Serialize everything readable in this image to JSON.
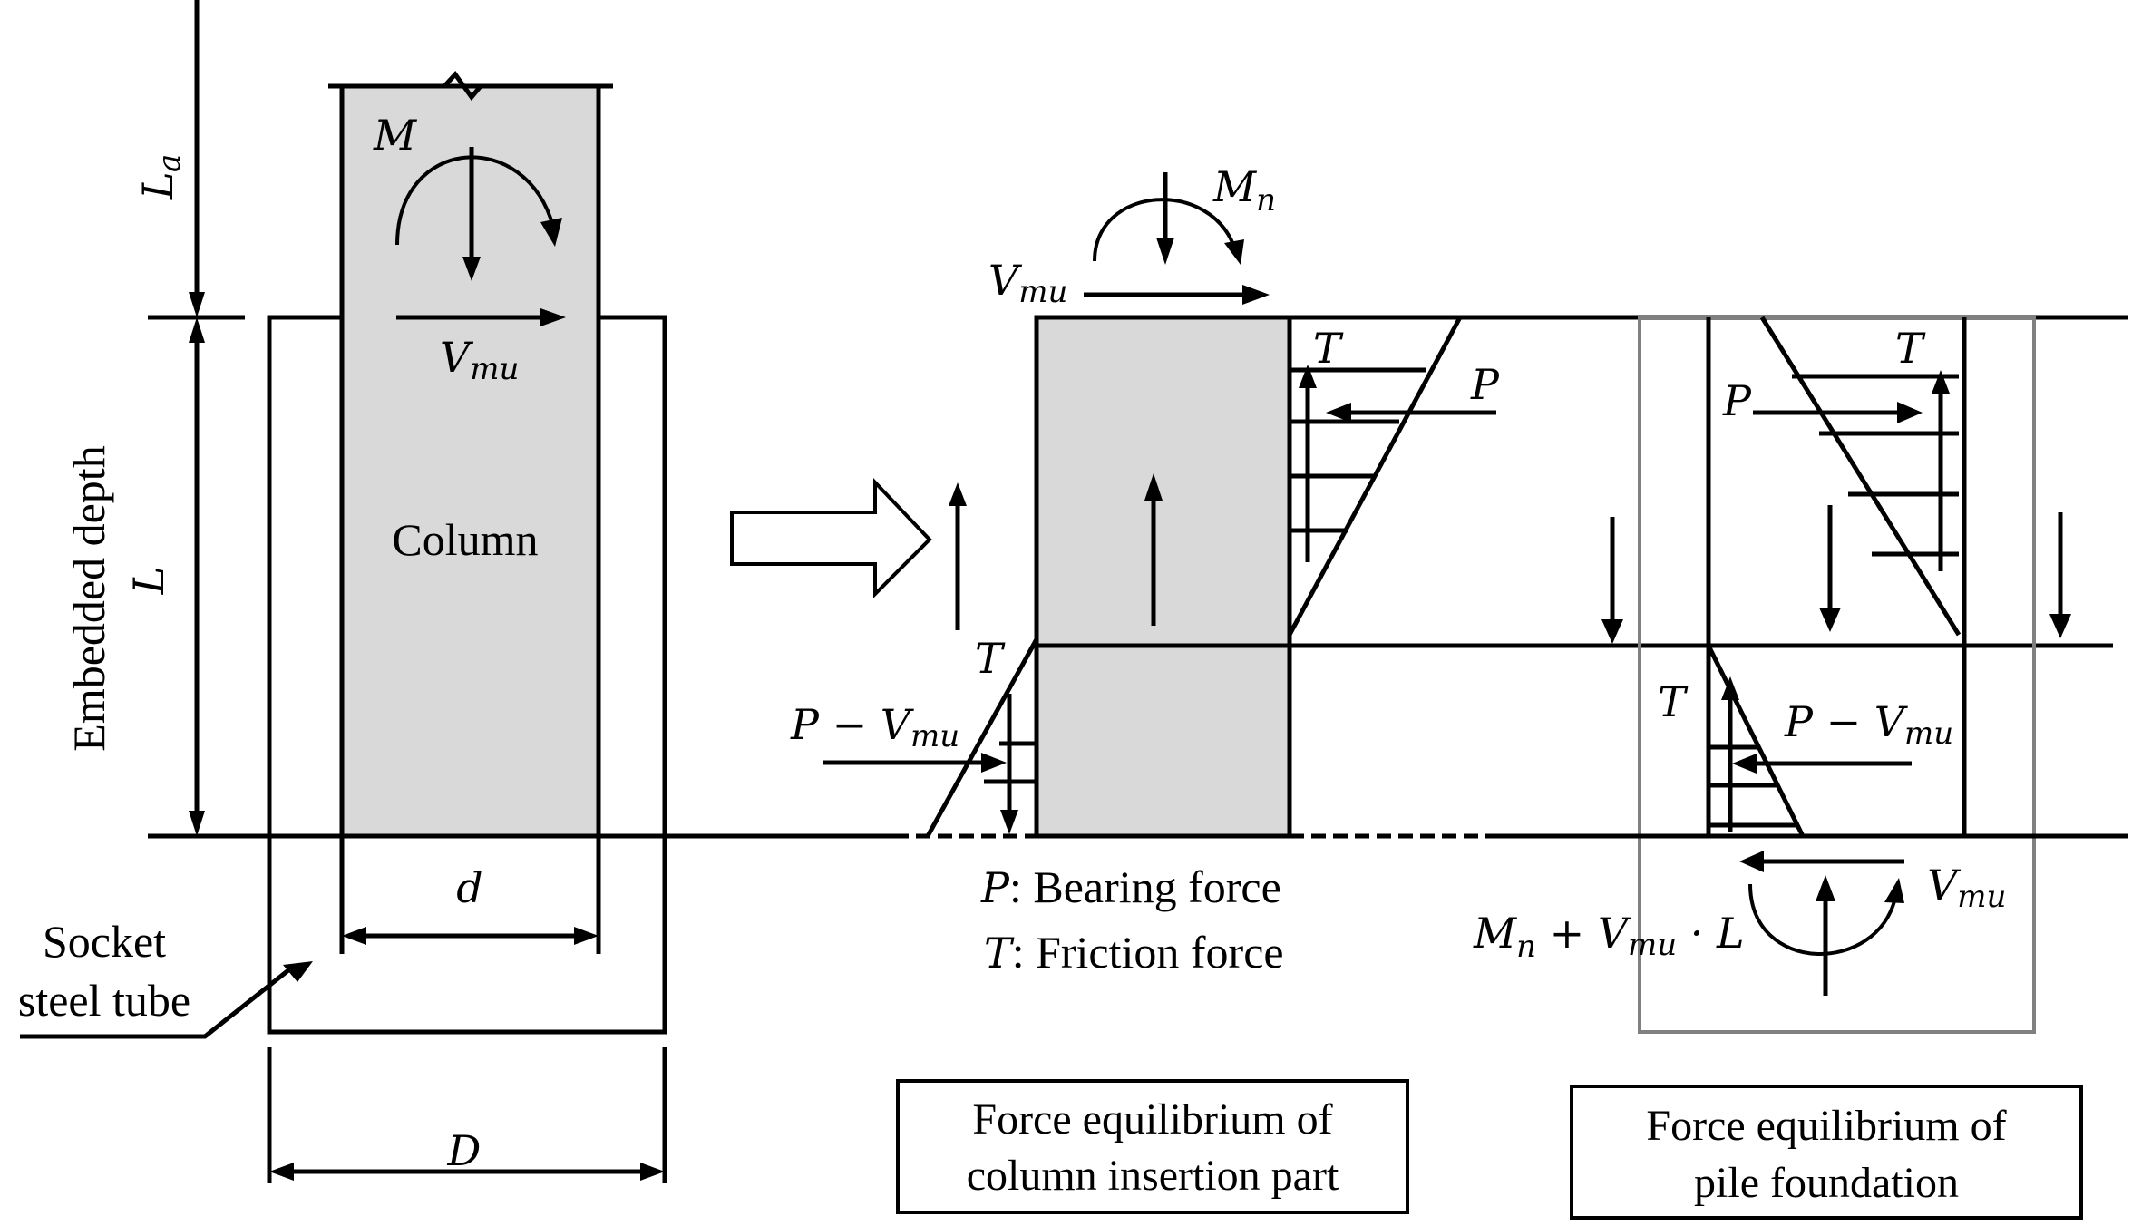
{
  "labels": {
    "column": "Column",
    "embedded_depth": "Embedded depth",
    "L": "L",
    "La_main": "L",
    "La_sub": "a",
    "M": "M",
    "Vmu_main": "V",
    "Vmu_sub": "mu",
    "Mn_main": "M",
    "Mn_sub": "n",
    "d": "d",
    "D": "D",
    "socket_line1": "Socket",
    "socket_line2": "steel tube",
    "T": "T",
    "P": "P",
    "P_minus": "P − V",
    "bearing_sym": "P",
    "bearing_text": ": Bearing force",
    "friction_sym": "T",
    "friction_text": ": Friction force",
    "moment_sum_pre": "M",
    "moment_sum_mid": " + V",
    "moment_sum_post": " · L"
  },
  "captions": {
    "column_insertion_line1": "Force equilibrium of",
    "column_insertion_line2": "column insertion part",
    "pile_foundation_line1": "Force equilibrium of",
    "pile_foundation_line2": "pile foundation"
  },
  "colors": {
    "column_fill": "#d9d9d9",
    "pile_outline": "#808080",
    "line": "#000000"
  }
}
